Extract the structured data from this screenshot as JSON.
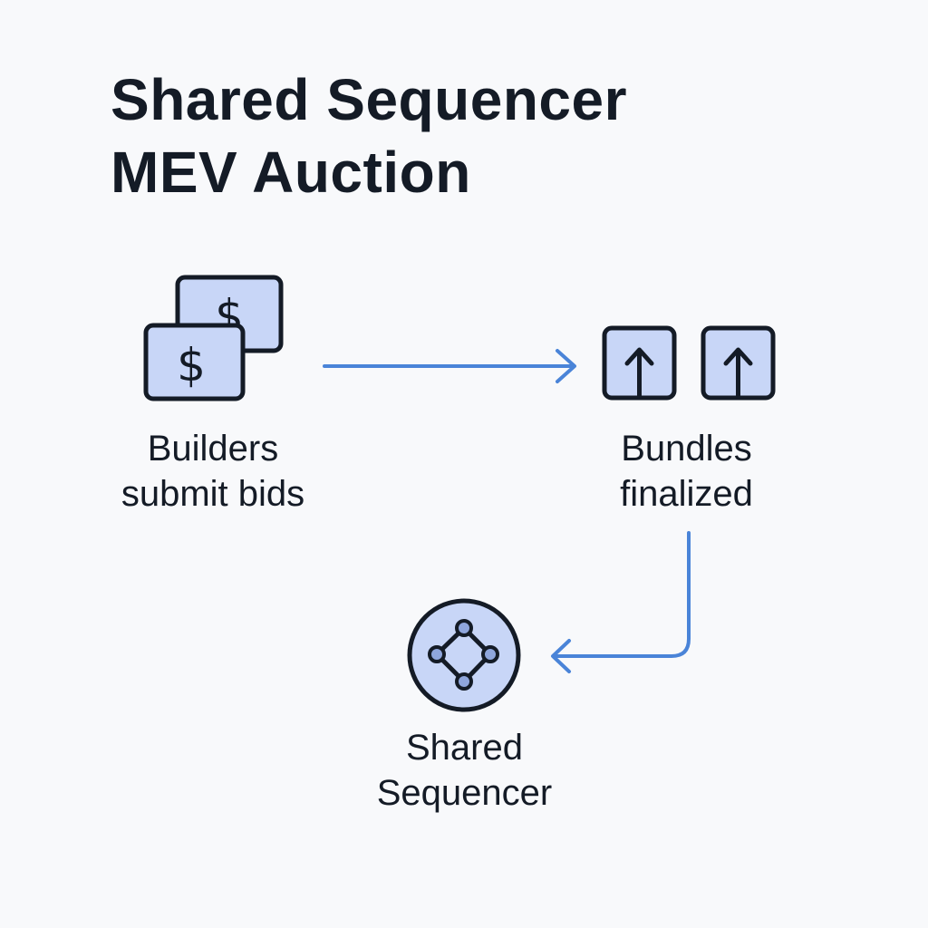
{
  "title": {
    "line1": "Shared Sequencer",
    "line2": "MEV Auction"
  },
  "nodes": {
    "builders": {
      "icon": "dollar-bills-icon",
      "label_line1": "Builders",
      "label_line2": "submit bids",
      "glyph": "$"
    },
    "bundles": {
      "icon": "up-arrow-boxes-icon",
      "label_line1": "Bundles",
      "label_line2": "finalized"
    },
    "sequencer": {
      "icon": "network-nodes-icon",
      "label_line1": "Shared",
      "label_line2": "Sequencer"
    }
  },
  "colors": {
    "background": "#f8f9fb",
    "ink": "#141b26",
    "icon_fill": "#c8d6f7",
    "arrow": "#4a84d8"
  }
}
